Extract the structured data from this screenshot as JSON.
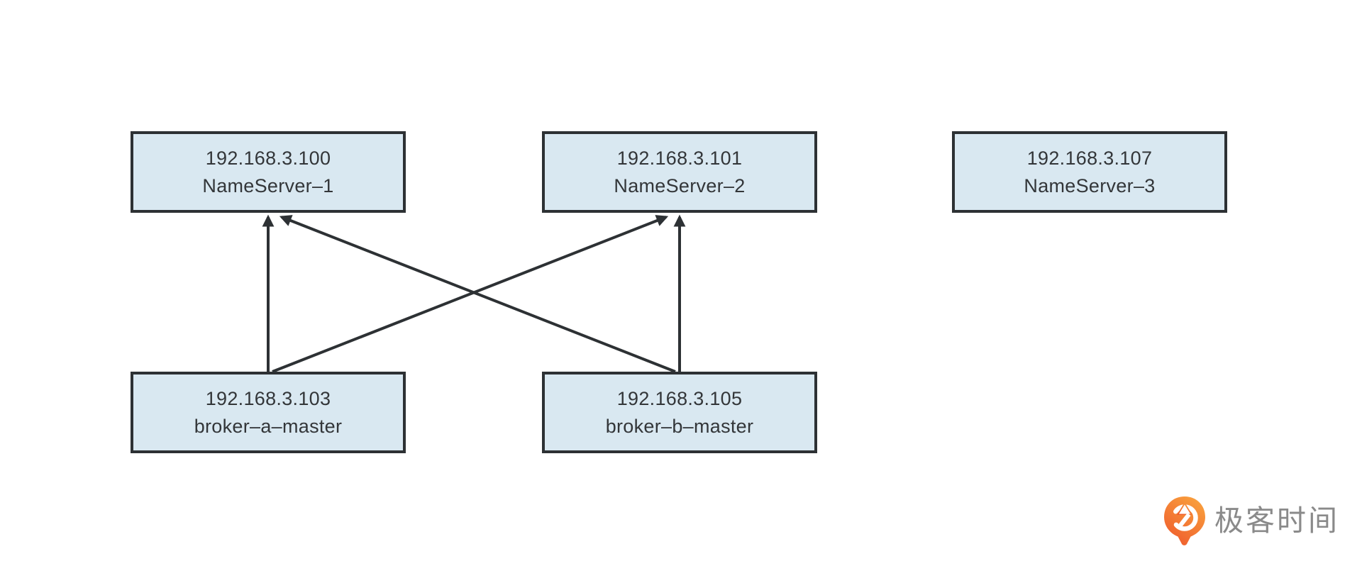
{
  "diagram": {
    "description": "NameServer / broker registration topology",
    "nodes": [
      {
        "id": "ns1",
        "ip": "192.168.3.100",
        "name": "NameServer–1"
      },
      {
        "id": "ns2",
        "ip": "192.168.3.101",
        "name": "NameServer–2"
      },
      {
        "id": "ns3",
        "ip": "192.168.3.107",
        "name": "NameServer–3"
      },
      {
        "id": "brokerA",
        "ip": "192.168.3.103",
        "name": "broker–a–master"
      },
      {
        "id": "brokerB",
        "ip": "192.168.3.105",
        "name": "broker–b–master"
      }
    ],
    "edges": [
      {
        "from": "brokerA",
        "to": "ns1"
      },
      {
        "from": "brokerA",
        "to": "ns2"
      },
      {
        "from": "brokerB",
        "to": "ns1"
      },
      {
        "from": "brokerB",
        "to": "ns2"
      }
    ],
    "colors": {
      "node_fill": "#d9e8f1",
      "node_border": "#2d3134",
      "arrow": "#2d3134",
      "text": "#333639"
    }
  },
  "branding": {
    "logo_text": "极客时间",
    "logo_text_color": "#8a8a8a",
    "logo_mark": "geektime-pin-icon",
    "logo_orange_light": "#F9A13D",
    "logo_orange_dark": "#EF5B2D"
  }
}
